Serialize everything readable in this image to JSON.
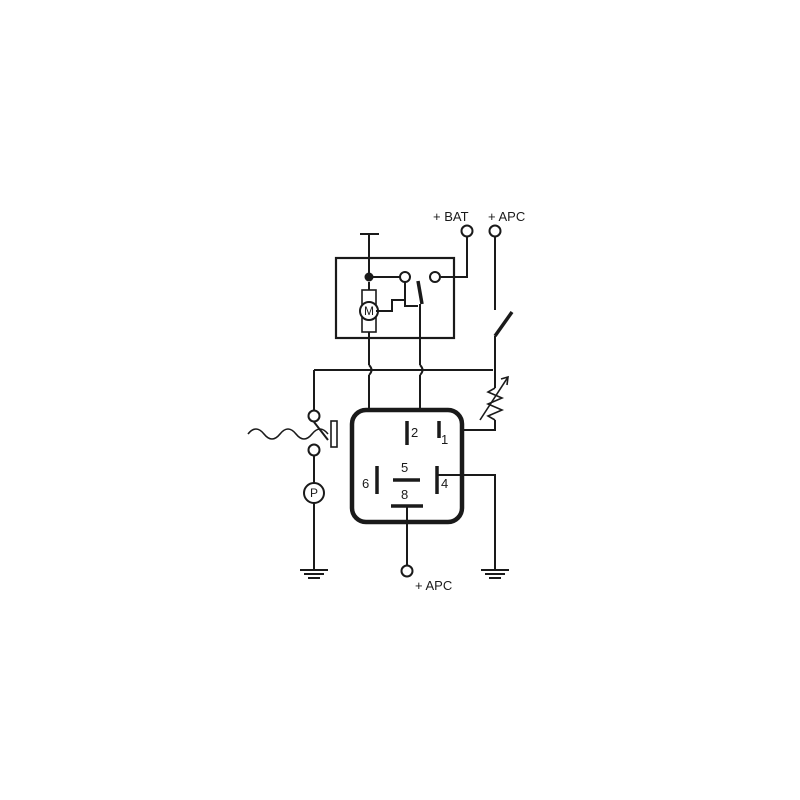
{
  "labels": {
    "bat_supply": "+ BAT",
    "apc_supply_top": "+ APC",
    "apc_supply_bottom": "+ APC"
  },
  "motor": {
    "symbol": "M"
  },
  "pump": {
    "symbol": "P"
  },
  "relay": {
    "pins": [
      "1",
      "2",
      "4",
      "5",
      "6",
      "8"
    ]
  }
}
